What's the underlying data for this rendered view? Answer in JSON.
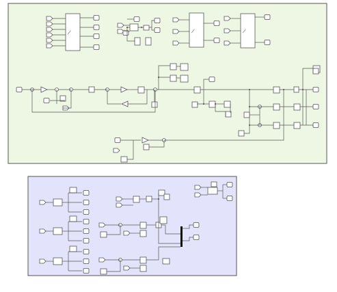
{
  "diagram": {
    "subsystems": [
      {
        "id": "upper-subsystem",
        "fill": "#eef6e4"
      },
      {
        "id": "lower-subsystem",
        "fill": "#e3e3fb"
      }
    ],
    "muxBlocks": [
      {
        "id": "mux-1",
        "symbol": "̸"
      },
      {
        "id": "mux-2",
        "symbol": "̸"
      },
      {
        "id": "mux-3",
        "symbol": "̸"
      }
    ]
  }
}
